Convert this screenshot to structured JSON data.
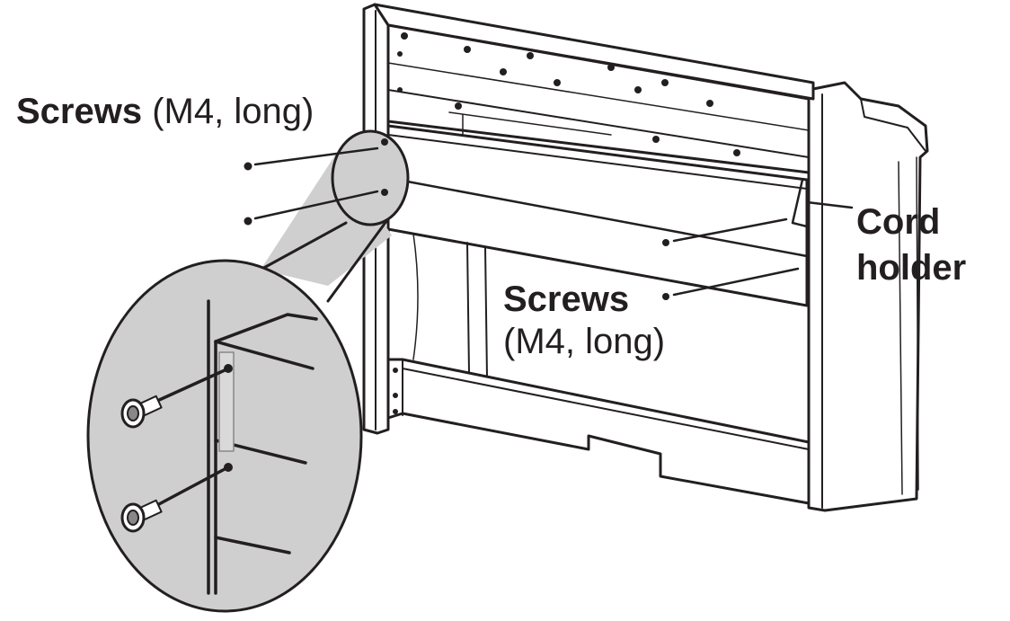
{
  "labels": {
    "screws_top": {
      "name": "Screws",
      "spec": "(M4, long)"
    },
    "screws_middle": {
      "name": "Screws",
      "spec": "(M4, long)"
    },
    "cord_holder": {
      "line1": "Cord",
      "line2": "holder"
    }
  },
  "colors": {
    "line": "#231f20",
    "magnifier_fill": "#cfcfcf",
    "background": "#ffffff"
  },
  "icons": [
    "screw-icon",
    "magnifier-callout"
  ]
}
